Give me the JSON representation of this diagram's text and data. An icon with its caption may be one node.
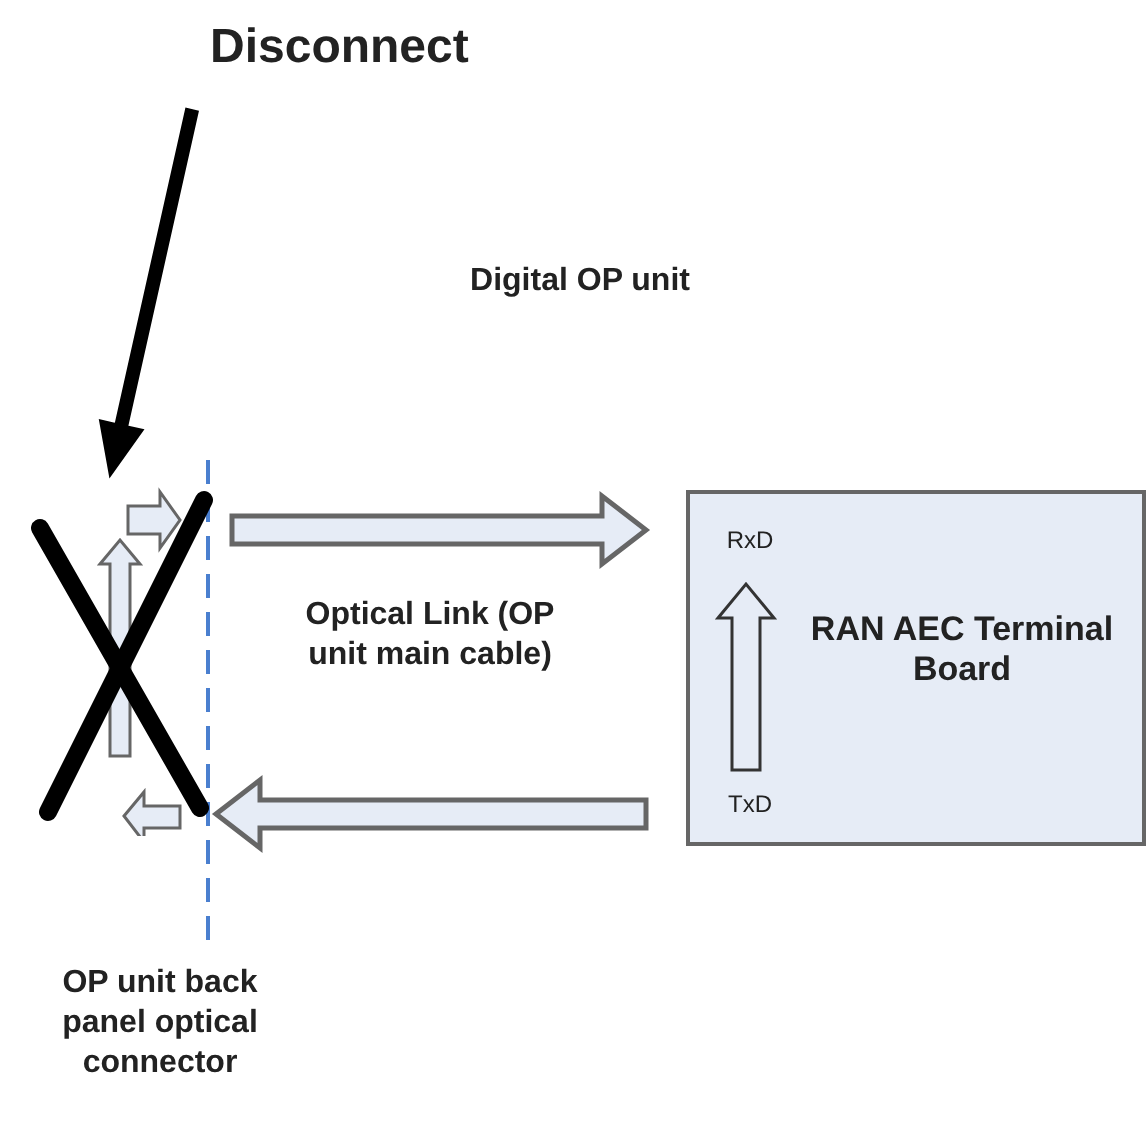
{
  "diagram": {
    "nodes": [
      {
        "text": [
          "Disconnect"
        ]
      },
      {
        "text": [],
        "shape": "cross"
      },
      {
        "text": [
          "RxD",
          "RAN AEC Terminal Board",
          "TxD"
        ]
      }
    ],
    "edges": [
      {
        "from": 0,
        "to": 1,
        "arrow": "to",
        "style": "thick"
      },
      {
        "from": 1,
        "to": 2,
        "arrow": "to"
      },
      {
        "from": 2,
        "to": 1,
        "arrow": "to"
      }
    ],
    "labels": [
      "Digital OP unit",
      "Optical Link (OP unit main cable)",
      "OP unit back panel optical connector"
    ]
  }
}
